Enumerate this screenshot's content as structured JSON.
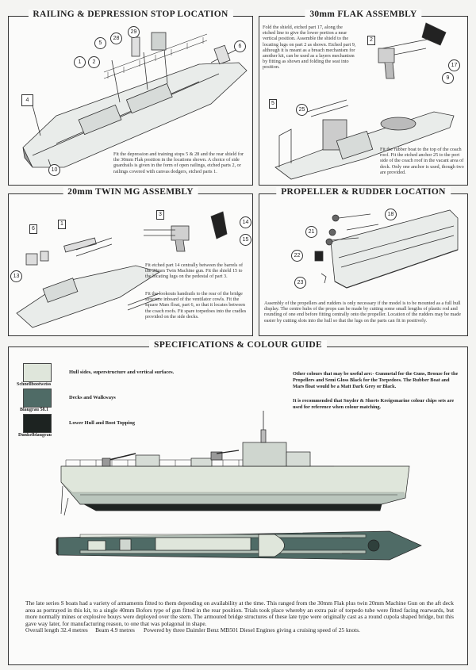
{
  "panels": {
    "railing": {
      "title": "RAILING & DEPRESSION STOP LOCATION",
      "note": "Fit the depression and training stops 5 & 28 and the rear shield for the 30mm Flak position in the locations shown. A choice of side guardrails is given in the form of open railings, etched parts 2, or railings covered with canvas dodgers, etched parts 1.",
      "callouts": [
        "1",
        "2",
        "4",
        "5",
        "28",
        "29",
        "6",
        "10"
      ]
    },
    "flak": {
      "title": "30mm FLAK ASSEMBLY",
      "note_top": "Fold the shield, etched part 17, along the etched line to give the lower portion a near vertical position. Assemble the shield to the locating lugs on part 2 as shown. Etched part 9, although it is meant as a breach mechanism for another kit, can be used as a layers mechanism by fitting as shown and folding the seat into position.",
      "note_bottom": "Fit the rubber boat to the top of the coach roof. Fit the etched anchor 25 to the port side of the coach roof in the vacant area of deck. Only one anchor is used, though two are provided.",
      "callouts": [
        "2",
        "17",
        "9",
        "5",
        "25"
      ]
    },
    "mg": {
      "title": "20mm TWIN MG ASSEMBLY",
      "note_top": "Fit etched part 14 centrally between the barrels of the 20mm Twin Machine gun. Fit the shield 15 to the locating lugs on the pedestal of part 3.",
      "note_bottom": "Fit the lookouts handrails to the rear of the bridge structure inboard of the ventilator cowls. Fit the square Mars float, part 6, so that it locates between the coach roofs. Fit spare torpedoes into the cradles provided on the side decks.",
      "callouts": [
        "3",
        "14",
        "15",
        "1",
        "6",
        "13"
      ]
    },
    "propeller": {
      "title": "PROPELLER & RUDDER LOCATION",
      "note": "Assembly of the propellers and rudders is only necessary if the model is to be mounted as a full hull display. The centre hubs of the props can be made by cutting some small lengths of plastic rod and rounding of one end before fitting centrally onto the propeller. Location of the rudders may be made easier by cutting slots into the hull so that the lugs on the parts can fit in positively.",
      "callouts": [
        "18",
        "21",
        "22",
        "23"
      ]
    }
  },
  "specs": {
    "title": "SPECIFICATIONS & COLOUR GUIDE",
    "colours": [
      {
        "name": "Schnellbootweiss",
        "description": "Hull sides, superstructure and vertical surfaces.",
        "hex": "#dfe6db"
      },
      {
        "name": "Blaugrau 58.1",
        "description": "Decks and Walkways",
        "hex": "#4f6b66"
      },
      {
        "name": "Dunkelblaugrau",
        "description": "Lower Hull and Boot Topping",
        "hex": "#1d2321"
      }
    ],
    "other_colours": "Other colours that may be useful are:- Gunmetal for the Guns, Bronze for the Propellers and Semi Gloss Black for the Torpedoes. The Rubber Boat and Mars float would be a Matt Dark Grey or Black.",
    "recommendation": "It is recommended that Snyder & Shorts Kreigsmarine colour chips sets are used for reference when colour matching."
  },
  "description": {
    "paragraph": "The late series S boats had a variety of armaments fitted to them depending on availability at the time. This ranged from the 30mm Flak plus twin 20mm Machine Gun on the aft deck area as portrayed in this kit, to a single 40mm Bofors type of gun fitted in the rear position. Trials took place whereby an extra pair of torpedo tube were fitted facing rearwards, but more normally mines or explosive bouys were deployed over the stern. The armoured bridge structures of these late type were originally cast as a round cupola shaped bridge, but this gave way later, for manufacturing reason, to one that was polagonal in shape.",
    "length": "Overall length 32.4 metres",
    "beam": "Beam 4.9 metres",
    "power": "Powered by three Daimler Benz MB501 Diesel Engines giving a cruising speed of 25 knots."
  }
}
